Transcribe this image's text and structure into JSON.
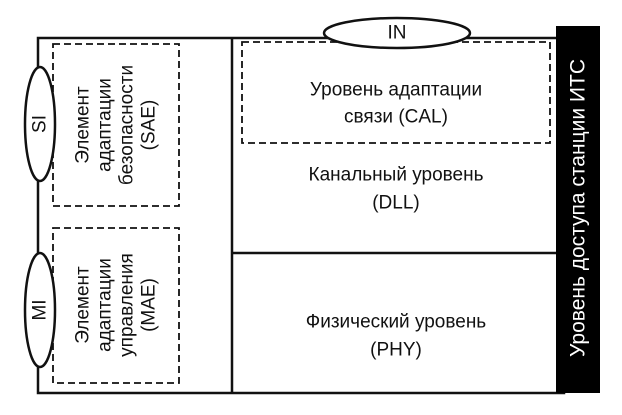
{
  "diagram": {
    "side_title": "Уровень доступа станции ИТС",
    "interfaces": {
      "in": "IN",
      "si": "SI",
      "mi": "MI"
    },
    "sae": {
      "line1": "Элемент",
      "line2": "адаптации",
      "line3": "безопасности",
      "line4": "(SAE)"
    },
    "mae": {
      "line1": "Элемент",
      "line2": "адаптации",
      "line3": "управления",
      "line4": "(MAE)"
    },
    "cal": {
      "line1": "Уровень адаптации",
      "line2": "связи (CAL)"
    },
    "dll": {
      "line1": "Канальный уровень",
      "line2": "(DLL)"
    },
    "phy": {
      "line1": "Физический уровень",
      "line2": "(PHY)"
    },
    "colors": {
      "stroke": "#111111",
      "side_bar": "#000000",
      "side_text": "#ffffff",
      "background": "#ffffff"
    }
  }
}
